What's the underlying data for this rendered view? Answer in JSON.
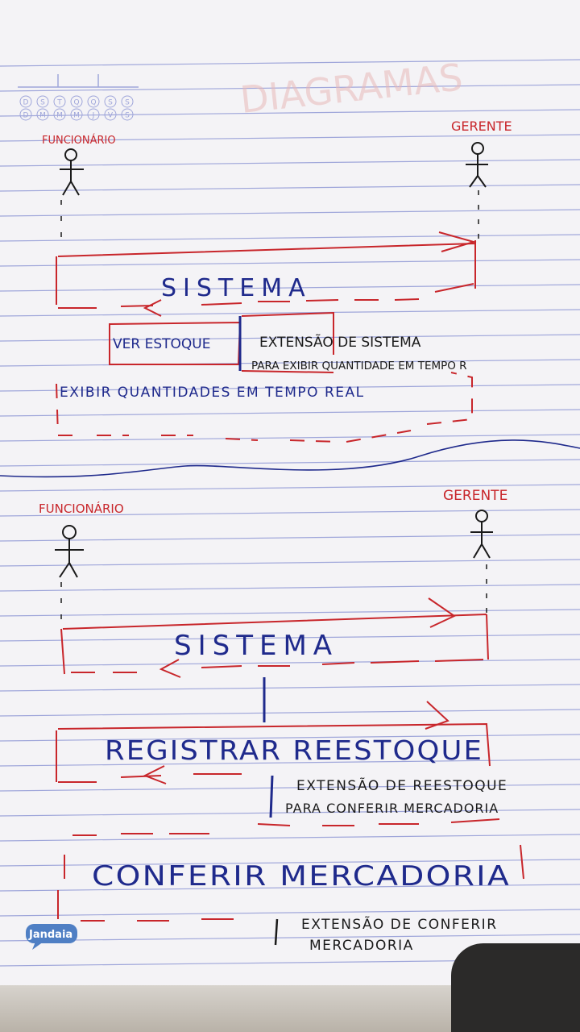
{
  "notebook": {
    "brand": "Jandaia",
    "date_row1": [
      "D",
      "S",
      "T",
      "Q",
      "Q",
      "S",
      "S"
    ],
    "date_row2": [
      "D",
      "M",
      "M",
      "M",
      "J",
      "V",
      "S"
    ],
    "bleed_title": "DIAGRAMAS"
  },
  "diagram1": {
    "actor_left": "FUNCIONÁRIO",
    "actor_right": "GERENTE",
    "system_label": "SISTEMA",
    "use_case": "VER ESTOQUE",
    "extension_line1": "EXTENSÃO DE SISTEMA",
    "extension_line2": "PARA EXIBIR QUANTIDADE EM TEMPO R",
    "display_label": "EXIBIR QUANTIDADES EM TEMPO REAL"
  },
  "diagram2": {
    "actor_left": "FUNCIONÁRIO",
    "actor_right": "GERENTE",
    "system_label": "SISTEMA",
    "use_case": "REGISTRAR REESTOQUE",
    "extension1_line1": "EXTENSÃO DE REESTOQUE",
    "extension1_line2": "PARA CONFERIR MERCADORIA",
    "use_case2": "CONFERIR MERCADORIA",
    "extension2_line1": "EXTENSÃO DE CONFERIR",
    "extension2_line2": "MERCADORIA"
  },
  "colors": {
    "ink_blue": "#1f2a8c",
    "ink_red": "#c8262b",
    "ink_black": "#1a1a1a",
    "ruling": "#9fa6da",
    "margin_red": "#e2b7c0"
  }
}
